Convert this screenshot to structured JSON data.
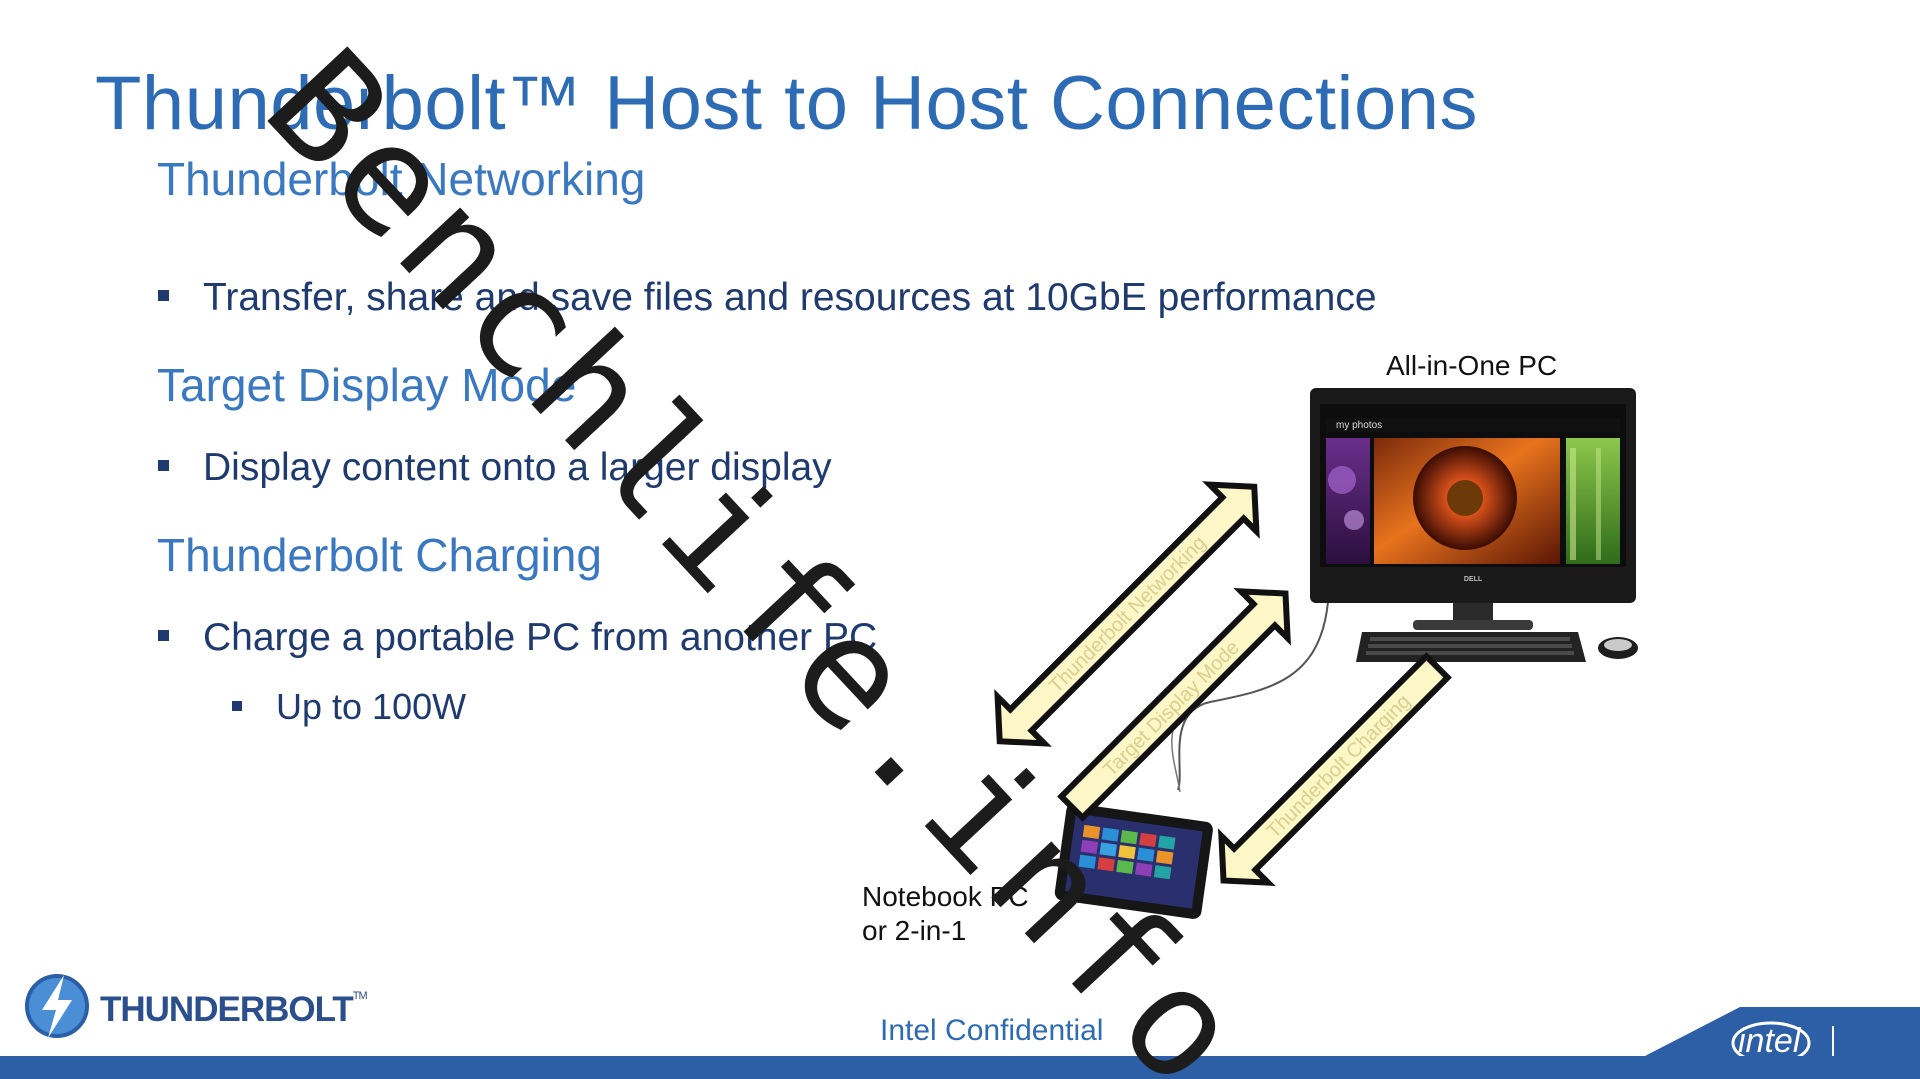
{
  "slide": {
    "title": "Thunderbolt™ Host to Host Connections",
    "sections": [
      {
        "heading": "Thunderbolt Networking",
        "bullets": [
          "Transfer, share and save files and resources at 10GbE performance"
        ]
      },
      {
        "heading": "Target Display Mode",
        "bullets": [
          "Display content onto a larger display"
        ]
      },
      {
        "heading": "Thunderbolt Charging",
        "bullets": [
          "Charge a portable PC from another PC"
        ],
        "sub_bullets": [
          "Up to 100W"
        ]
      }
    ]
  },
  "diagram": {
    "aio_label": "All-in-One PC",
    "notebook_label_line1": "Notebook PC",
    "notebook_label_line2": "or 2-in-1",
    "arrow_networking": "Thunderbolt Networking",
    "arrow_display": "Target Display Mode",
    "arrow_charging": "Thunderbolt Charging",
    "screen_app_title": "my photos",
    "monitor_brand": "DELL"
  },
  "footer": {
    "confidential": "Intel Confidential",
    "brand": "THUNDERBOLT",
    "tm": "TM",
    "intel": "intel"
  },
  "watermark": "Benchlife.info",
  "colors": {
    "title": "#2d6cb5",
    "heading": "#3a79c2",
    "body_text": "#1e3a6e",
    "arrow_fill": "#fdf7c8",
    "footer_bar": "#2d5fa6"
  }
}
